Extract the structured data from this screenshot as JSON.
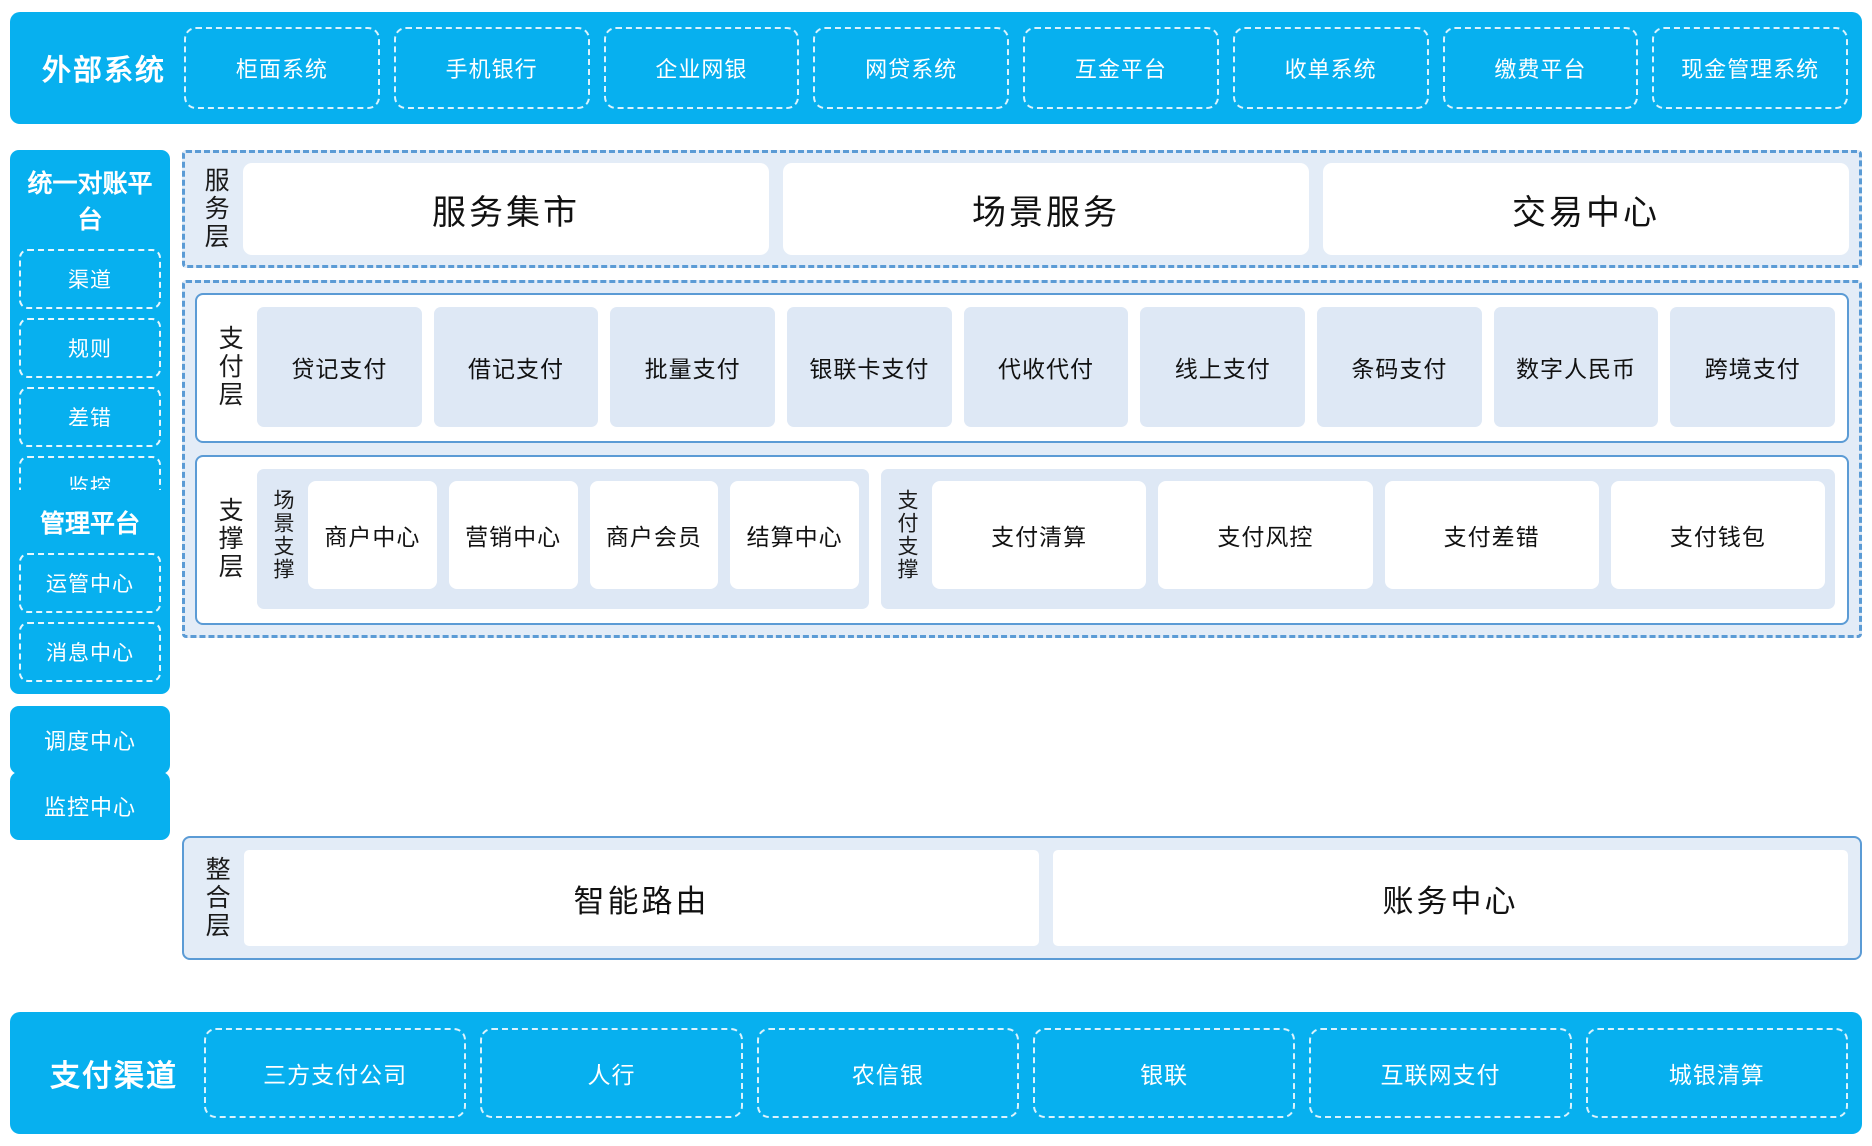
{
  "colors": {
    "brand_blue": "#07b0ef",
    "accent_border": "#5b9bd5",
    "panel_fill": "#e3ecf7",
    "card_fill": "#dee8f5",
    "card_white": "#ffffff"
  },
  "top_band": {
    "title": "外部系统",
    "items": [
      {
        "label": "柜面系统"
      },
      {
        "label": "手机银行"
      },
      {
        "label": "企业网银"
      },
      {
        "label": "网贷系统"
      },
      {
        "label": "互金平台"
      },
      {
        "label": "收单系统"
      },
      {
        "label": "缴费平台"
      },
      {
        "label": "现金管理系统"
      }
    ]
  },
  "sidebar": {
    "reconcile_platform": {
      "title": "统一对账平台",
      "items": [
        {
          "label": "渠道"
        },
        {
          "label": "规则"
        },
        {
          "label": "差错"
        },
        {
          "label": "监控"
        }
      ]
    },
    "manage_platform": {
      "title": "管理平台",
      "items": [
        {
          "label": "运管中心"
        },
        {
          "label": "消息中心"
        }
      ]
    },
    "standalone": [
      {
        "label": "调度中心"
      },
      {
        "label": "监控中心"
      }
    ]
  },
  "service_layer": {
    "label": "服务层",
    "cards": [
      {
        "label": "服务集市"
      },
      {
        "label": "场景服务"
      },
      {
        "label": "交易中心"
      }
    ]
  },
  "payment_layer": {
    "label": "支付层",
    "cards": [
      {
        "label": "贷记支付"
      },
      {
        "label": "借记支付"
      },
      {
        "label": "批量支付"
      },
      {
        "label": "银联卡支付"
      },
      {
        "label": "代收代付"
      },
      {
        "label": "线上支付"
      },
      {
        "label": "条码支付"
      },
      {
        "label": "数字人民币"
      },
      {
        "label": "跨境支付"
      }
    ]
  },
  "support_layer": {
    "label": "支撑层",
    "groups": [
      {
        "label": "场景支撑",
        "cards": [
          {
            "label": "商户中心"
          },
          {
            "label": "营销中心"
          },
          {
            "label": "商户会员"
          },
          {
            "label": "结算中心"
          }
        ]
      },
      {
        "label": "支付支撑",
        "cards": [
          {
            "label": "支付清算"
          },
          {
            "label": "支付风控"
          },
          {
            "label": "支付差错"
          },
          {
            "label": "支付钱包"
          }
        ]
      }
    ]
  },
  "integration_layer": {
    "label": "整合层",
    "cards": [
      {
        "label": "智能路由"
      },
      {
        "label": "账务中心"
      }
    ]
  },
  "bottom_band": {
    "title": "支付渠道",
    "items": [
      {
        "label": "三方支付公司"
      },
      {
        "label": "人行"
      },
      {
        "label": "农信银"
      },
      {
        "label": "银联"
      },
      {
        "label": "互联网支付"
      },
      {
        "label": "城银清算"
      }
    ]
  }
}
